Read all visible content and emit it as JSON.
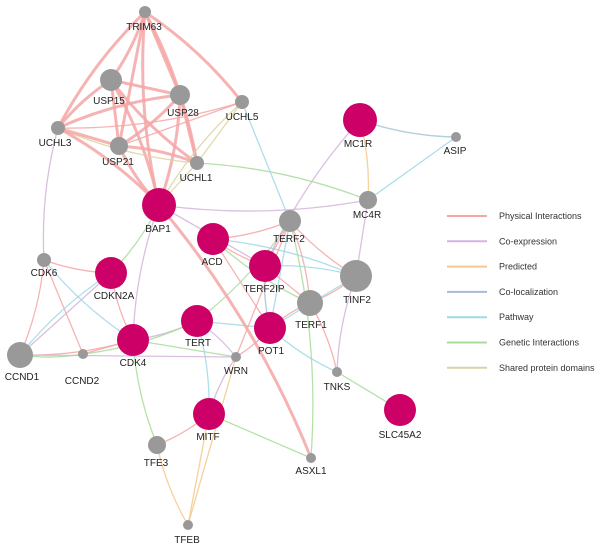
{
  "network": {
    "colors": {
      "query_node": "#cc0066",
      "result_node": "#999999"
    },
    "edge_types": {
      "physical": "#f4a6a6",
      "coexpression": "#d4b4dc",
      "predicted": "#f5c98c",
      "colocalization": "#a9b8dc",
      "pathway": "#9fd8e6",
      "genetic": "#a8dc9a",
      "domains": "#dcd3a0"
    },
    "nodes": [
      {
        "id": "TRIM63",
        "label": "TRIM63",
        "type": "result"
      },
      {
        "id": "USP15",
        "label": "USP15",
        "type": "result"
      },
      {
        "id": "USP28",
        "label": "USP28",
        "type": "result"
      },
      {
        "id": "UCHL5",
        "label": "UCHL5",
        "type": "result"
      },
      {
        "id": "UCHL3",
        "label": "UCHL3",
        "type": "result"
      },
      {
        "id": "USP21",
        "label": "USP21",
        "type": "result"
      },
      {
        "id": "UCHL1",
        "label": "UCHL1",
        "type": "result"
      },
      {
        "id": "BAP1",
        "label": "BAP1",
        "type": "query"
      },
      {
        "id": "MC1R",
        "label": "MC1R",
        "type": "query"
      },
      {
        "id": "ASIP",
        "label": "ASIP",
        "type": "result"
      },
      {
        "id": "MC4R",
        "label": "MC4R",
        "type": "result"
      },
      {
        "id": "TERF2",
        "label": "TERF2",
        "type": "result"
      },
      {
        "id": "ACD",
        "label": "ACD",
        "type": "query"
      },
      {
        "id": "TERF2IP",
        "label": "TERF2IP",
        "type": "query"
      },
      {
        "id": "TINF2",
        "label": "TINF2",
        "type": "result"
      },
      {
        "id": "CDKN2A",
        "label": "CDKN2A",
        "type": "query"
      },
      {
        "id": "CDK6",
        "label": "CDK6",
        "type": "result"
      },
      {
        "id": "TERF1",
        "label": "TERF1",
        "type": "result"
      },
      {
        "id": "TERT",
        "label": "TERT",
        "type": "query"
      },
      {
        "id": "POT1",
        "label": "POT1",
        "type": "query"
      },
      {
        "id": "CDK4",
        "label": "CDK4",
        "type": "query"
      },
      {
        "id": "CCND1",
        "label": "CCND1",
        "type": "result"
      },
      {
        "id": "CCND2",
        "label": "CCND2",
        "type": "result"
      },
      {
        "id": "WRN",
        "label": "WRN",
        "type": "result"
      },
      {
        "id": "TNKS",
        "label": "TNKS",
        "type": "result"
      },
      {
        "id": "SLC45A2",
        "label": "SLC45A2",
        "type": "query"
      },
      {
        "id": "MITF",
        "label": "MITF",
        "type": "query"
      },
      {
        "id": "TFE3",
        "label": "TFE3",
        "type": "result"
      },
      {
        "id": "ASXL1",
        "label": "ASXL1",
        "type": "result"
      },
      {
        "id": "TFEB",
        "label": "TFEB",
        "type": "result"
      }
    ],
    "edges": [
      {
        "s": "TRIM63",
        "t": "USP15",
        "type": "physical"
      },
      {
        "s": "TRIM63",
        "t": "USP28",
        "type": "physical"
      },
      {
        "s": "TRIM63",
        "t": "UCHL3",
        "type": "physical"
      },
      {
        "s": "TRIM63",
        "t": "UCHL1",
        "type": "physical"
      },
      {
        "s": "TRIM63",
        "t": "USP21",
        "type": "physical"
      },
      {
        "s": "TRIM63",
        "t": "BAP1",
        "type": "physical"
      },
      {
        "s": "TRIM63",
        "t": "UCHL5",
        "type": "physical"
      },
      {
        "s": "USP15",
        "t": "USP28",
        "type": "physical"
      },
      {
        "s": "USP15",
        "t": "UCHL3",
        "type": "physical"
      },
      {
        "s": "USP15",
        "t": "BAP1",
        "type": "physical"
      },
      {
        "s": "USP15",
        "t": "USP21",
        "type": "physical"
      },
      {
        "s": "USP15",
        "t": "UCHL1",
        "type": "physical"
      },
      {
        "s": "USP28",
        "t": "BAP1",
        "type": "physical"
      },
      {
        "s": "USP28",
        "t": "UCHL1",
        "type": "physical"
      },
      {
        "s": "USP28",
        "t": "UCHL3",
        "type": "physical"
      },
      {
        "s": "USP28",
        "t": "USP21",
        "type": "physical"
      },
      {
        "s": "UCHL5",
        "t": "UCHL1",
        "type": "domains"
      },
      {
        "s": "UCHL5",
        "t": "BAP1",
        "type": "domains"
      },
      {
        "s": "UCHL5",
        "t": "UCHL3",
        "type": "physical"
      },
      {
        "s": "UCHL5",
        "t": "USP21",
        "type": "physical"
      },
      {
        "s": "UCHL3",
        "t": "UCHL1",
        "type": "domains"
      },
      {
        "s": "UCHL3",
        "t": "BAP1",
        "type": "physical"
      },
      {
        "s": "UCHL3",
        "t": "USP21",
        "type": "physical"
      },
      {
        "s": "USP21",
        "t": "BAP1",
        "type": "physical"
      },
      {
        "s": "USP21",
        "t": "UCHL1",
        "type": "physical"
      },
      {
        "s": "UCHL1",
        "t": "BAP1",
        "type": "domains"
      },
      {
        "s": "MC1R",
        "t": "ASIP",
        "type": "physical"
      },
      {
        "s": "MC1R",
        "t": "MC4R",
        "type": "predicted"
      },
      {
        "s": "MC4R",
        "t": "ASIP",
        "type": "pathway"
      },
      {
        "s": "MC1R",
        "t": "ASIP",
        "type": "pathway"
      },
      {
        "s": "UCHL1",
        "t": "MC4R",
        "type": "genetic"
      },
      {
        "s": "UCHL5",
        "t": "TERF2",
        "type": "pathway"
      },
      {
        "s": "BAP1",
        "t": "MC4R",
        "type": "coexpression"
      },
      {
        "s": "TERF2",
        "t": "ACD",
        "type": "physical"
      },
      {
        "s": "TERF2",
        "t": "TERF2IP",
        "type": "physical"
      },
      {
        "s": "TERF2",
        "t": "TINF2",
        "type": "physical"
      },
      {
        "s": "TERF2",
        "t": "TERF1",
        "type": "physical"
      },
      {
        "s": "TERF2",
        "t": "POT1",
        "type": "pathway"
      },
      {
        "s": "ACD",
        "t": "TERF2IP",
        "type": "physical"
      },
      {
        "s": "ACD",
        "t": "TINF2",
        "type": "pathway"
      },
      {
        "s": "ACD",
        "t": "POT1",
        "type": "physical"
      },
      {
        "s": "ACD",
        "t": "TERF1",
        "type": "genetic"
      },
      {
        "s": "TERF2IP",
        "t": "TINF2",
        "type": "pathway"
      },
      {
        "s": "TERF2IP",
        "t": "TERF1",
        "type": "physical"
      },
      {
        "s": "TERF2IP",
        "t": "POT1",
        "type": "colocalization"
      },
      {
        "s": "TINF2",
        "t": "TERF1",
        "type": "physical"
      },
      {
        "s": "TINF2",
        "t": "POT1",
        "type": "pathway"
      },
      {
        "s": "TERF1",
        "t": "POT1",
        "type": "physical"
      },
      {
        "s": "TERF1",
        "t": "TNKS",
        "type": "physical"
      },
      {
        "s": "TERT",
        "t": "POT1",
        "type": "pathway"
      },
      {
        "s": "TERT",
        "t": "TERF2",
        "type": "genetic"
      },
      {
        "s": "TERT",
        "t": "WRN",
        "type": "coexpression"
      },
      {
        "s": "WRN",
        "t": "TERF2",
        "type": "physical"
      },
      {
        "s": "WRN",
        "t": "POT1",
        "type": "physical"
      },
      {
        "s": "TNKS",
        "t": "TINF2",
        "type": "coexpression"
      },
      {
        "s": "TNKS",
        "t": "SLC45A2",
        "type": "genetic"
      },
      {
        "s": "CDKN2A",
        "t": "CDK4",
        "type": "physical"
      },
      {
        "s": "CDKN2A",
        "t": "CDK6",
        "type": "physical"
      },
      {
        "s": "CDKN2A",
        "t": "CCND1",
        "type": "coexpression"
      },
      {
        "s": "CDKN2A",
        "t": "BAP1",
        "type": "genetic"
      },
      {
        "s": "CDK6",
        "t": "CCND1",
        "type": "physical"
      },
      {
        "s": "CDK6",
        "t": "CCND2",
        "type": "physical"
      },
      {
        "s": "CDK6",
        "t": "CDK4",
        "type": "pathway"
      },
      {
        "s": "CDK4",
        "t": "CCND1",
        "type": "physical"
      },
      {
        "s": "CDK4",
        "t": "CCND2",
        "type": "physical"
      },
      {
        "s": "CCND1",
        "t": "CCND2",
        "type": "genetic"
      },
      {
        "s": "CCND1",
        "t": "CDKN2A",
        "type": "pathway"
      },
      {
        "s": "CDK4",
        "t": "WRN",
        "type": "genetic"
      },
      {
        "s": "CDK4",
        "t": "TERT",
        "type": "coexpression"
      },
      {
        "s": "BAP1",
        "t": "ASXL1",
        "type": "physical"
      },
      {
        "s": "BAP1",
        "t": "TERF2IP",
        "type": "coexpression"
      },
      {
        "s": "BAP1",
        "t": "CDK4",
        "type": "coexpression"
      },
      {
        "s": "MITF",
        "t": "TFE3",
        "type": "physical"
      },
      {
        "s": "MITF",
        "t": "TFEB",
        "type": "predicted"
      },
      {
        "s": "TFE3",
        "t": "TFEB",
        "type": "predicted"
      },
      {
        "s": "MITF",
        "t": "WRN",
        "type": "coexpression"
      },
      {
        "s": "MITF",
        "t": "ASXL1",
        "type": "genetic"
      },
      {
        "s": "MITF",
        "t": "TERT",
        "type": "pathway"
      },
      {
        "s": "TFE3",
        "t": "CDK4",
        "type": "genetic"
      },
      {
        "s": "TFEB",
        "t": "WRN",
        "type": "predicted"
      },
      {
        "s": "POT1",
        "t": "TNKS",
        "type": "pathway"
      },
      {
        "s": "TERF2IP",
        "t": "MC1R",
        "type": "coexpression"
      },
      {
        "s": "TINF2",
        "t": "MC4R",
        "type": "coexpression"
      },
      {
        "s": "UCHL3",
        "t": "CDK6",
        "type": "coexpression"
      },
      {
        "s": "TERT",
        "t": "CCND2",
        "type": "genetic"
      },
      {
        "s": "WRN",
        "t": "CCND1",
        "type": "coexpression"
      },
      {
        "s": "ASXL1",
        "t": "TERF2",
        "type": "genetic"
      }
    ],
    "legend": [
      {
        "key": "physical",
        "label": "Physical Interactions"
      },
      {
        "key": "coexpression",
        "label": "Co-expression"
      },
      {
        "key": "predicted",
        "label": "Predicted"
      },
      {
        "key": "colocalization",
        "label": "Co-localization"
      },
      {
        "key": "pathway",
        "label": "Pathway"
      },
      {
        "key": "genetic",
        "label": "Genetic Interactions"
      },
      {
        "key": "domains",
        "label": "Shared protein domains"
      }
    ]
  }
}
